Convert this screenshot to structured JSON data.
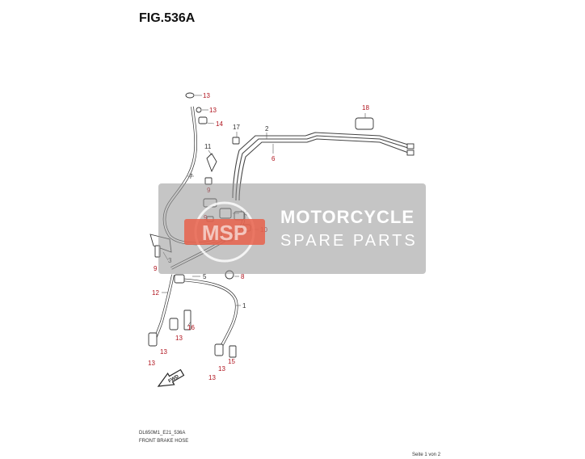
{
  "figure": {
    "title": "FIG.536A",
    "code": "DL650M1_E21_536A",
    "caption": "FRONT BRAKE HOSE",
    "page": "Seite 1 von 2"
  },
  "watermark": {
    "line1": "MOTORCYCLE",
    "line2": "SPARE PARTS",
    "logo_text": "MSP"
  },
  "fwd_label": "FWD",
  "callouts": [
    {
      "id": "c13a",
      "text": "13",
      "color": "red"
    },
    {
      "id": "c13b",
      "text": "13",
      "color": "red"
    },
    {
      "id": "c14",
      "text": "14",
      "color": "red"
    },
    {
      "id": "c18",
      "text": "18",
      "color": "red"
    },
    {
      "id": "c17",
      "text": "17",
      "color": "black"
    },
    {
      "id": "c2",
      "text": "2",
      "color": "black"
    },
    {
      "id": "c6",
      "text": "6",
      "color": "red"
    },
    {
      "id": "c11",
      "text": "11",
      "color": "black"
    },
    {
      "id": "c7",
      "text": "7",
      "color": "black"
    },
    {
      "id": "c9a",
      "text": "9",
      "color": "red"
    },
    {
      "id": "c9b",
      "text": "9",
      "color": "red"
    },
    {
      "id": "c4",
      "text": "4",
      "color": "black"
    },
    {
      "id": "c10",
      "text": "10",
      "color": "red"
    },
    {
      "id": "c3",
      "text": "3",
      "color": "black"
    },
    {
      "id": "c9c",
      "text": "9",
      "color": "red"
    },
    {
      "id": "c5",
      "text": "5",
      "color": "black"
    },
    {
      "id": "c8",
      "text": "8",
      "color": "red"
    },
    {
      "id": "c12",
      "text": "12",
      "color": "red"
    },
    {
      "id": "c1",
      "text": "1",
      "color": "black"
    },
    {
      "id": "c16",
      "text": "16",
      "color": "red"
    },
    {
      "id": "c13c",
      "text": "13",
      "color": "red"
    },
    {
      "id": "c13d",
      "text": "13",
      "color": "red"
    },
    {
      "id": "c13e",
      "text": "13",
      "color": "red"
    },
    {
      "id": "c15",
      "text": "15",
      "color": "red"
    },
    {
      "id": "c13f",
      "text": "13",
      "color": "red"
    },
    {
      "id": "c13g",
      "text": "13",
      "color": "red"
    }
  ],
  "colors": {
    "callout_red": "#b0141e",
    "callout_black": "#333333",
    "logo_orange": "#e8604a",
    "watermark_gray": "#969696"
  }
}
